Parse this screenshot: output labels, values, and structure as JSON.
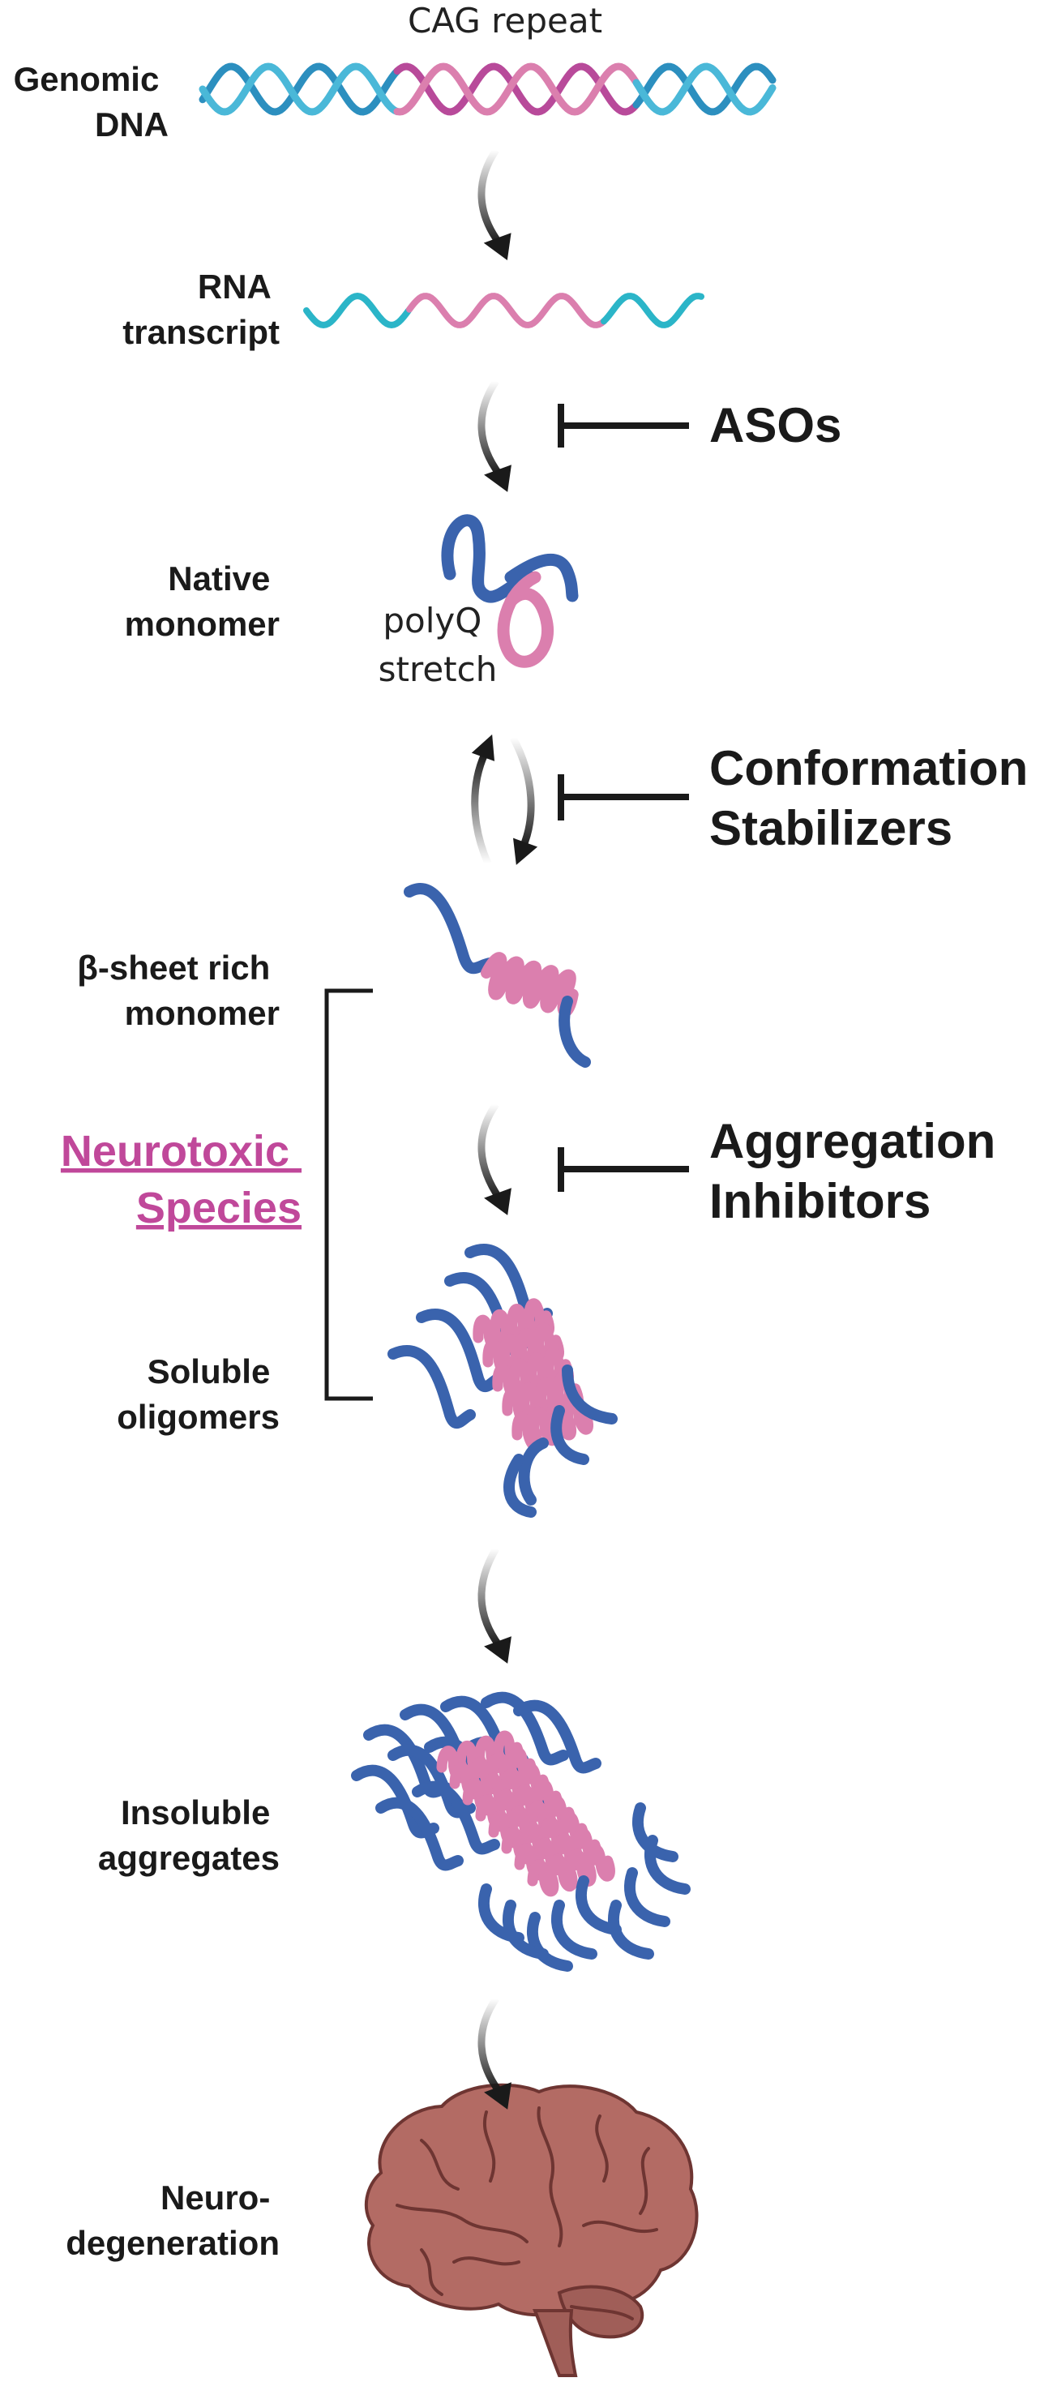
{
  "colors": {
    "blue": "#3a63ad",
    "pink": "#db7fae",
    "magenta": "#b84a9a",
    "cyan": "#4ab8d8",
    "teal": "#2bb5c8",
    "brain": "#b36b64",
    "dark": "#1a1a1a",
    "neurotoxic": "#c0489a"
  },
  "stages": {
    "genomic_dna": [
      "Genomic",
      "DNA"
    ],
    "rna": [
      "RNA",
      "transcript"
    ],
    "native": [
      "Native",
      "monomer"
    ],
    "beta": [
      "β-sheet rich",
      "monomer"
    ],
    "soluble": [
      "Soluble",
      "oligomers"
    ],
    "insoluble": [
      "Insoluble",
      "aggregates"
    ],
    "neuro": [
      "Neuro-",
      "degeneration"
    ]
  },
  "annotations": {
    "cag": "CAG repeat",
    "polyq": [
      "polyQ",
      "stretch"
    ]
  },
  "inhibitors": {
    "asos": "ASOs",
    "conformation": [
      "Conformation",
      "Stabilizers"
    ],
    "aggregation": [
      "Aggregation",
      "Inhibitors"
    ]
  },
  "neurotoxic": [
    "Neurotoxic",
    "Species"
  ]
}
